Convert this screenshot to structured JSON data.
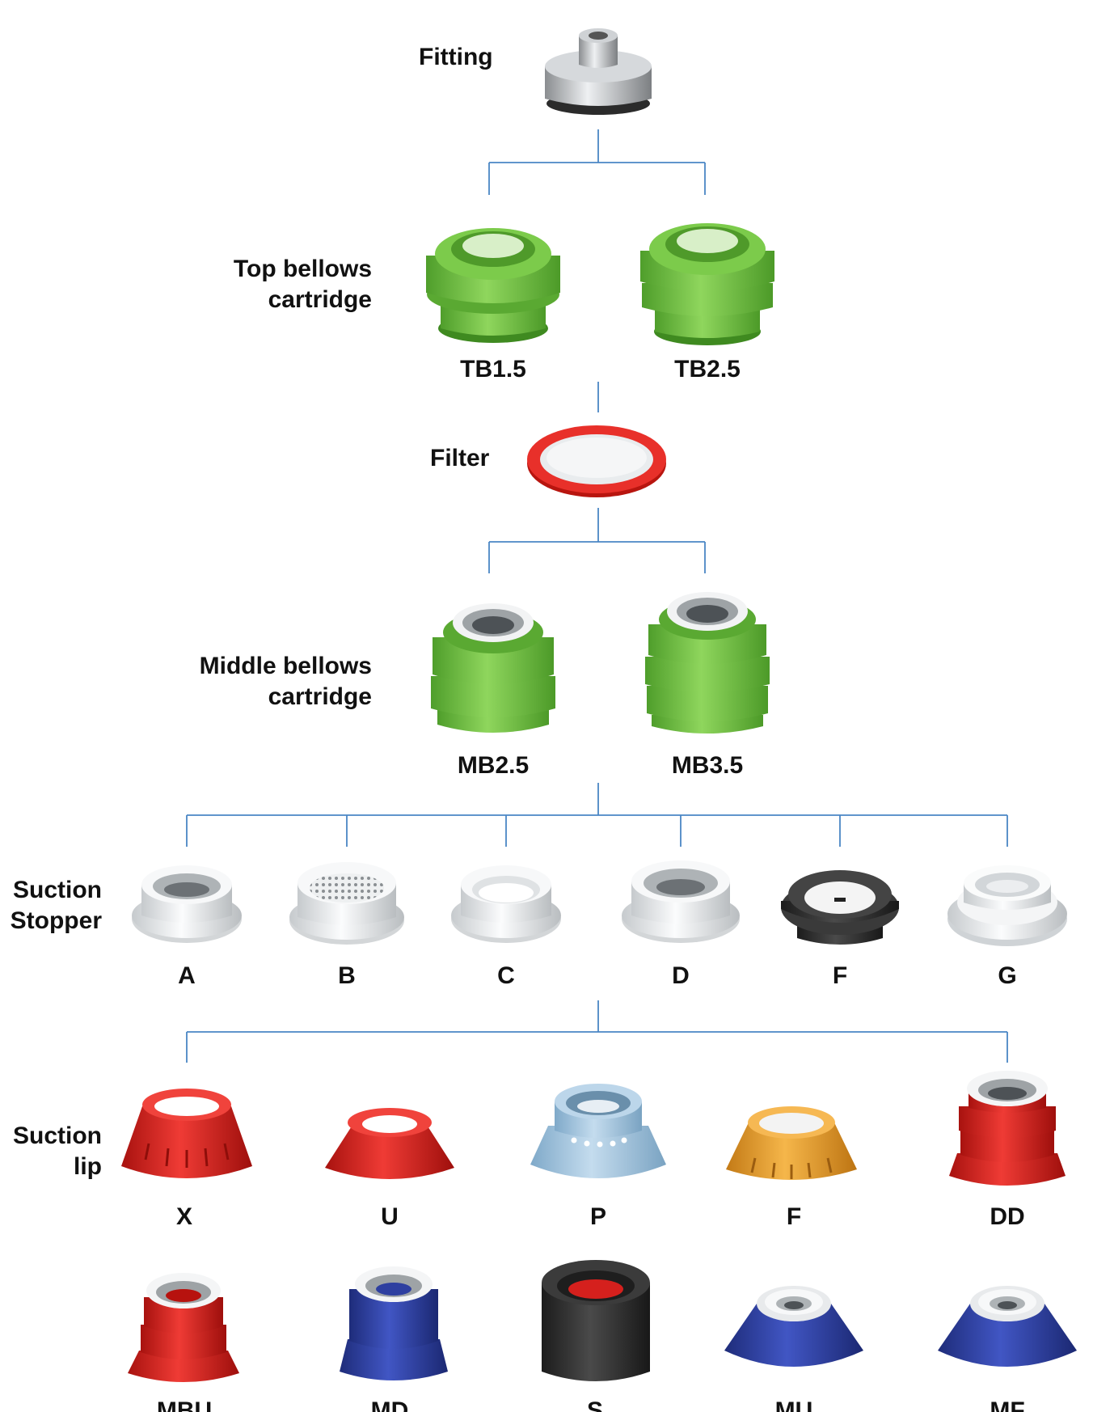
{
  "colors": {
    "connector": "#4a86c5",
    "bellows_green": "#6cc23f",
    "filter_red": "#e02a27",
    "stopper_white": "#e9ecee",
    "stopper_dark": "#333333",
    "lip_red": "#d8201e",
    "lip_light_blue": "#a9cbe3",
    "lip_orange": "#eba032",
    "lip_blue": "#2f43a4",
    "lip_black": "#2e2e2e"
  },
  "levels": {
    "fitting": {
      "label": "Fitting"
    },
    "top_bellows": {
      "label_line1": "Top bellows",
      "label_line2": "cartridge",
      "items": [
        "TB1.5",
        "TB2.5"
      ]
    },
    "filter": {
      "label": "Filter"
    },
    "middle_bellows": {
      "label_line1": "Middle bellows",
      "label_line2": "cartridge",
      "items": [
        "MB2.5",
        "MB3.5"
      ]
    },
    "suction_stopper": {
      "label_line1": "Suction",
      "label_line2": "Stopper",
      "items": [
        "A",
        "B",
        "C",
        "D",
        "F",
        "G"
      ]
    },
    "suction_lip": {
      "label_line1": "Suction",
      "label_line2": "lip",
      "row1": [
        "X",
        "U",
        "P",
        "F",
        "DD"
      ],
      "row2": [
        "MBU",
        "MD",
        "S",
        "MU",
        "MF"
      ]
    }
  },
  "icons": {
    "fitting": "hex-fitting-icon",
    "top_bellows": "green-bellows-icon",
    "filter": "red-ring-filter-icon",
    "middle_bellows": "green-bellows-white-insert-icon",
    "stoppers": [
      "finger-stopper-icon",
      "mesh-stopper-icon",
      "open-ring-stopper-icon",
      "finger-stopper-icon",
      "black-stopper-icon",
      "flat-stopper-icon"
    ],
    "lips": [
      "red-cup-icon",
      "red-cone-icon",
      "blue-cup-icon",
      "orange-cup-icon",
      "red-bellows-icon",
      "red-bellows-icon",
      "blue-bellows-icon",
      "black-foam-icon",
      "blue-flat-cup-icon",
      "blue-flat-cup-icon"
    ]
  }
}
